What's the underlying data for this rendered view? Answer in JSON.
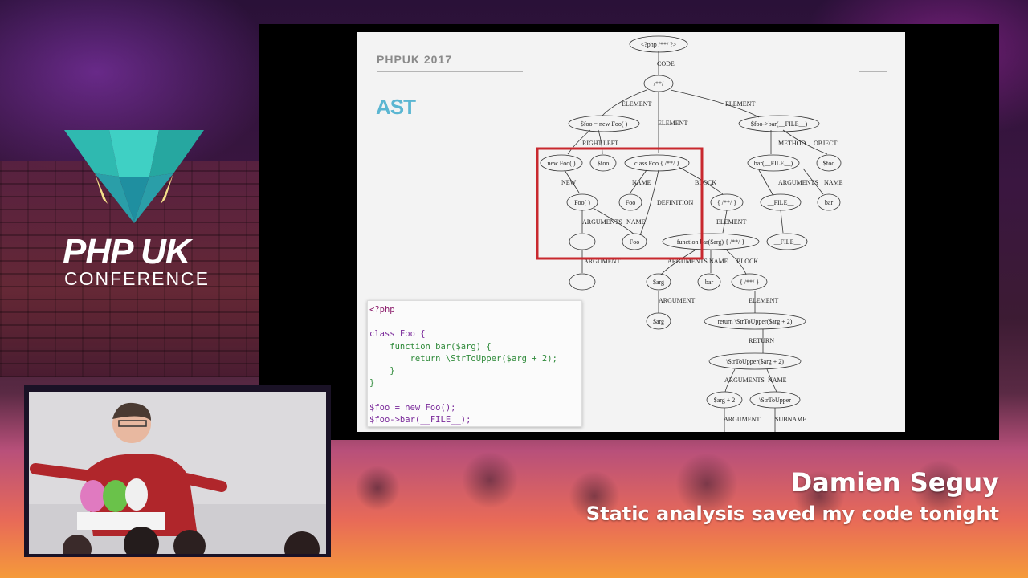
{
  "branding": {
    "logo_title": "PHP UK",
    "logo_subtitle": "CONFERENCE"
  },
  "slide": {
    "header": "PHPUK 2017",
    "title": "AST",
    "code_lines": [
      "<?php",
      "",
      "class Foo {",
      "    function bar($arg) {",
      "        return \\StrToUpper($arg + 2);",
      "    }",
      "}",
      "",
      "$foo = new Foo();",
      "$foo->bar(__FILE__);"
    ],
    "ast": {
      "nodes": {
        "root": "<?php /**/ ?>",
        "stmts": "/**/",
        "assign": "$foo = new Foo( )",
        "methodcall": "$foo->bar(__FILE__)",
        "new": "new Foo( )",
        "var_foo": "$foo",
        "class": "class Foo { /**/ }",
        "bar_call": "bar(__FILE__)",
        "var_foo2": "$foo",
        "foo_name": "Foo( )",
        "foo_cls": "Foo",
        "class_block": "{ /**/ }",
        "file1": "__FILE__",
        "bar_name": "bar",
        "args_empty": "",
        "foo_ref": "Foo",
        "function": "function bar($arg) { /**/ }",
        "file2": "__FILE__",
        "arg_empty2": "",
        "param": "$arg",
        "fn_name": "bar",
        "fn_block": "{ /**/ }",
        "param_arg": "$arg",
        "return": "return \\StrToUpper($arg + 2)",
        "call": "\\StrToUpper($arg + 2)",
        "plus": "$arg + 2",
        "fn_ref": "\\StrToUpper"
      },
      "edges": {
        "code": "CODE",
        "element_l": "ELEMENT",
        "element_m": "ELEMENT",
        "element_r": "ELEMENT",
        "right": "RIGHT",
        "left": "LEFT",
        "method": "METHOD",
        "object": "OBJECT",
        "new_lbl": "NEW",
        "name1": "NAME",
        "definition": "DEFINITION",
        "block1": "BLOCK",
        "arguments1": "ARGUMENTS",
        "name2": "NAME",
        "arguments2": "ARGUMENTS",
        "name3": "NAME",
        "argument1": "ARGUMENT",
        "element2": "ELEMENT",
        "arguments3": "ARGUMENTS",
        "name4": "NAME",
        "block2": "BLOCK",
        "argument2": "ARGUMENT",
        "element3": "ELEMENT",
        "return_lbl": "RETURN",
        "arguments4": "ARGUMENTS",
        "name5": "NAME",
        "argument3": "ARGUMENT",
        "subname": "SUBNAME"
      }
    }
  },
  "lower_third": {
    "speaker": "Damien Seguy",
    "talk_title": "Static analysis saved my code tonight"
  },
  "colors": {
    "highlight_box": "#c8282e",
    "slide_title": "#5bb6d2",
    "logo_teal": "#2fc3b8",
    "logo_yellow": "#f5e08a"
  }
}
